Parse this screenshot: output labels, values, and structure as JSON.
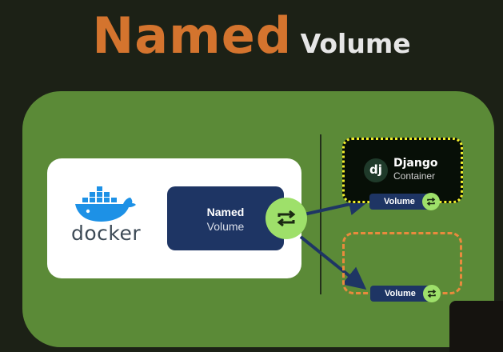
{
  "title": {
    "word1": "Named",
    "word2": "Volume"
  },
  "docker": {
    "logo_text": "docker"
  },
  "named_volume": {
    "line1": "Named",
    "line2": "Volume"
  },
  "django": {
    "icon_text": "dj",
    "name": "Django",
    "sub": "Container"
  },
  "volume_pill_1": {
    "label": "Volume"
  },
  "volume_pill_2": {
    "label": "Volume"
  },
  "colors": {
    "background": "#1c2116",
    "panel": "#5b8a37",
    "title_accent": "#d4742e",
    "volume_blue": "#1e3564",
    "sync_green": "#9ee06a",
    "django_border": "#f2ee2a",
    "placeholder_border": "#e98a3d",
    "docker_blue": "#1d91e6"
  }
}
